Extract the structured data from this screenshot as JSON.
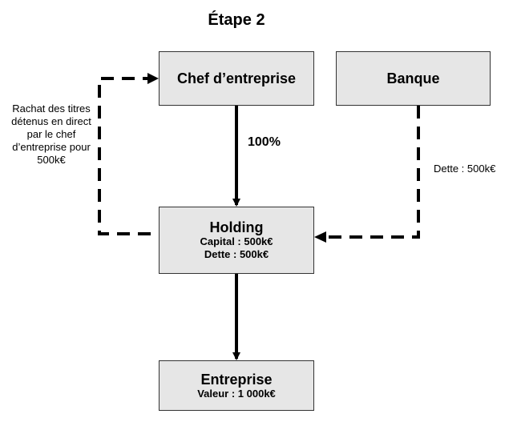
{
  "diagram": {
    "title": "Étape 2",
    "nodes": {
      "chef": {
        "label": "Chef d’entreprise"
      },
      "banque": {
        "label": "Banque"
      },
      "holding": {
        "label": "Holding",
        "capital": "Capital : 500k€",
        "dette": "Dette : 500k€"
      },
      "entreprise": {
        "label": "Entreprise",
        "valeur": "Valeur : 1 000k€"
      }
    },
    "edges": {
      "chef_to_holding": {
        "label": "100%"
      },
      "banque_to_holding": {
        "label": "Dette : 500k€"
      },
      "holding_to_chef": {
        "label": "Rachat des titres détenus en direct par le chef d’entreprise pour  500k€"
      }
    }
  }
}
